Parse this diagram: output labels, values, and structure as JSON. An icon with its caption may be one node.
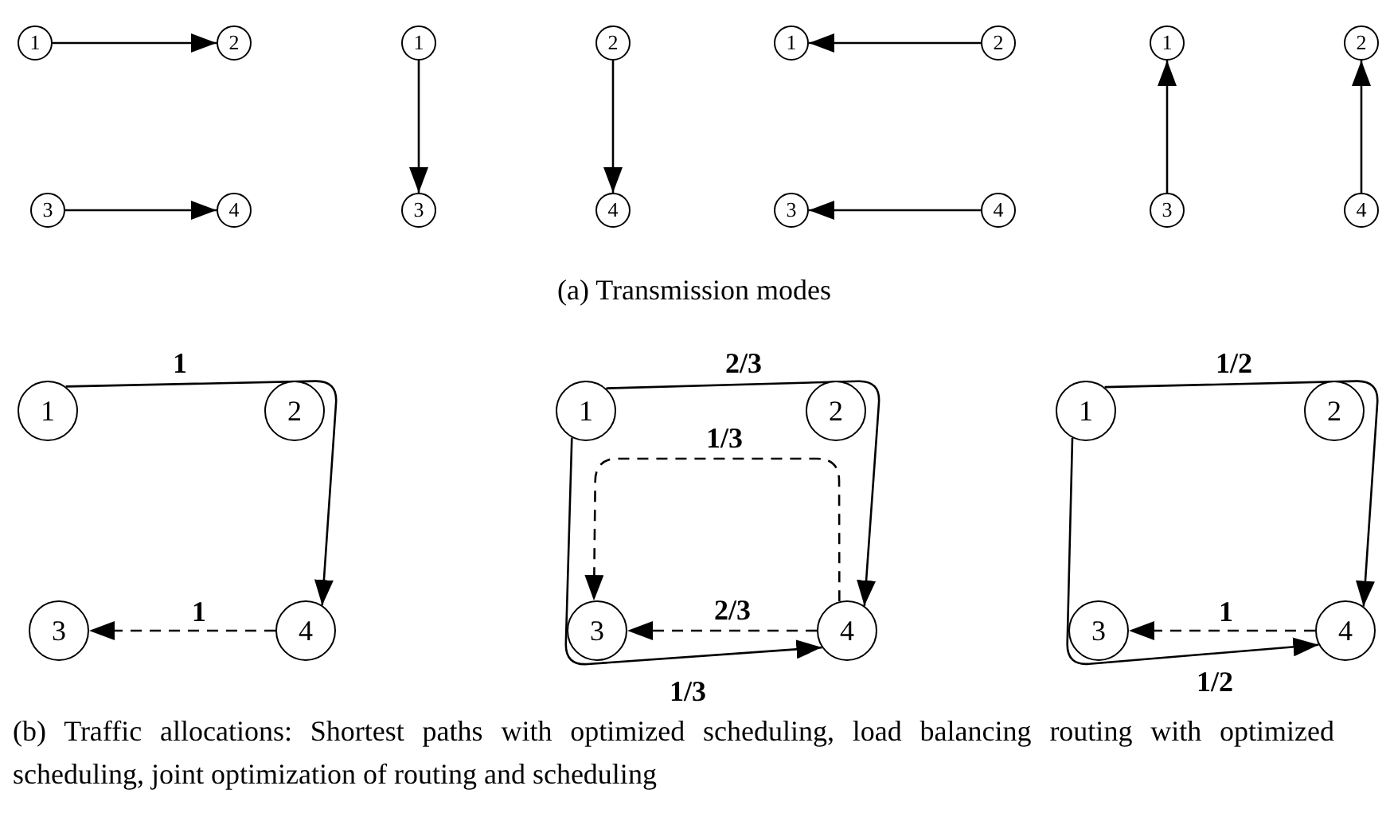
{
  "diagram": {
    "nodes": [
      {
        "text": [
          "1"
        ]
      },
      {
        "text": [
          "2"
        ]
      },
      {
        "text": [
          "3"
        ]
      },
      {
        "text": [
          "4"
        ]
      },
      {
        "text": [
          "1"
        ]
      },
      {
        "text": [
          "2"
        ]
      },
      {
        "text": [
          "3"
        ]
      },
      {
        "text": [
          "4"
        ]
      },
      {
        "text": [
          "1"
        ]
      },
      {
        "text": [
          "2"
        ]
      },
      {
        "text": [
          "3"
        ]
      },
      {
        "text": [
          "4"
        ]
      },
      {
        "text": [
          "1"
        ]
      },
      {
        "text": [
          "2"
        ]
      },
      {
        "text": [
          "3"
        ]
      },
      {
        "text": [
          "4"
        ]
      },
      {
        "text": [
          "1"
        ]
      },
      {
        "text": [
          "2"
        ]
      },
      {
        "text": [
          "3"
        ]
      },
      {
        "text": [
          "4"
        ]
      },
      {
        "text": [
          "1"
        ]
      },
      {
        "text": [
          "2"
        ]
      },
      {
        "text": [
          "3"
        ]
      },
      {
        "text": [
          "4"
        ]
      },
      {
        "text": [
          "1"
        ]
      },
      {
        "text": [
          "2"
        ]
      },
      {
        "text": [
          "3"
        ]
      },
      {
        "text": [
          "4"
        ]
      }
    ],
    "edges": [
      {
        "from": 0,
        "to": 1,
        "arrow": "to"
      },
      {
        "from": 2,
        "to": 3,
        "arrow": "to"
      },
      {
        "from": 4,
        "to": 6,
        "arrow": "to"
      },
      {
        "from": 5,
        "to": 7,
        "arrow": "to"
      },
      {
        "from": 9,
        "to": 8,
        "arrow": "to"
      },
      {
        "from": 11,
        "to": 10,
        "arrow": "to"
      },
      {
        "from": 14,
        "to": 12,
        "arrow": "to"
      },
      {
        "from": 15,
        "to": 13,
        "arrow": "to"
      },
      {
        "from": 16,
        "to": 19,
        "arrow": "to",
        "label": "1"
      },
      {
        "from": 19,
        "to": 18,
        "arrow": "to",
        "label": "1",
        "style": "dashed"
      },
      {
        "from": 20,
        "to": 23,
        "arrow": "to",
        "label": "2/3"
      },
      {
        "from": 23,
        "to": 22,
        "arrow": "to",
        "label": "1/3",
        "style": "dashed"
      },
      {
        "from": 23,
        "to": 22,
        "arrow": "to",
        "label": "2/3",
        "style": "dashed"
      },
      {
        "from": 20,
        "to": 23,
        "arrow": "to",
        "label": "1/3"
      },
      {
        "from": 24,
        "to": 27,
        "arrow": "to",
        "label": "1/2"
      },
      {
        "from": 27,
        "to": 26,
        "arrow": "to",
        "label": "1",
        "style": "dashed"
      },
      {
        "from": 24,
        "to": 27,
        "arrow": "to",
        "label": "1/2"
      }
    ],
    "labels": [
      "(a) Transmission modes",
      "(b) Traffic allocations: Shortest paths with optimized scheduling, load balancing routing with optimized scheduling, joint optimization of routing and scheduling"
    ]
  }
}
